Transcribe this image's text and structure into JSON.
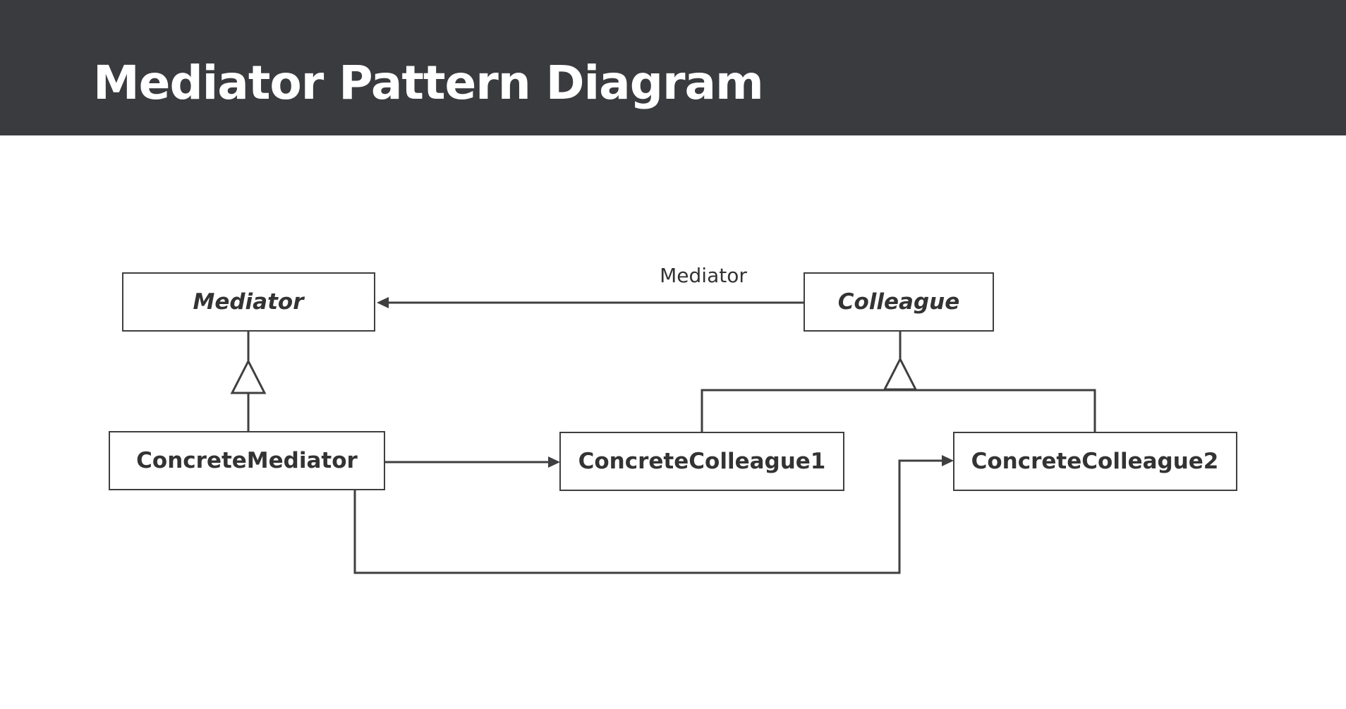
{
  "header": {
    "title": "Mediator Pattern Diagram",
    "background": "#3a3b3f",
    "text_color": "#ffffff"
  },
  "diagram": {
    "classes": {
      "mediator": {
        "label": "Mediator",
        "abstract": true
      },
      "colleague": {
        "label": "Colleague",
        "abstract": true
      },
      "concrete_mediator": {
        "label": "ConcreteMediator",
        "abstract": false
      },
      "concrete_colleague1": {
        "label": "ConcreteColleague1",
        "abstract": false
      },
      "concrete_colleague2": {
        "label": "ConcreteColleague2",
        "abstract": false
      }
    },
    "relationships": [
      {
        "type": "association",
        "from": "Colleague",
        "to": "Mediator",
        "label": "Mediator"
      },
      {
        "type": "generalization",
        "from": "ConcreteMediator",
        "to": "Mediator"
      },
      {
        "type": "generalization",
        "from": "ConcreteColleague1",
        "to": "Colleague"
      },
      {
        "type": "generalization",
        "from": "ConcreteColleague2",
        "to": "Colleague"
      },
      {
        "type": "association",
        "from": "ConcreteMediator",
        "to": "ConcreteColleague1"
      },
      {
        "type": "association",
        "from": "ConcreteMediator",
        "to": "ConcreteColleague2"
      }
    ],
    "line_color": "#3f3f41"
  }
}
